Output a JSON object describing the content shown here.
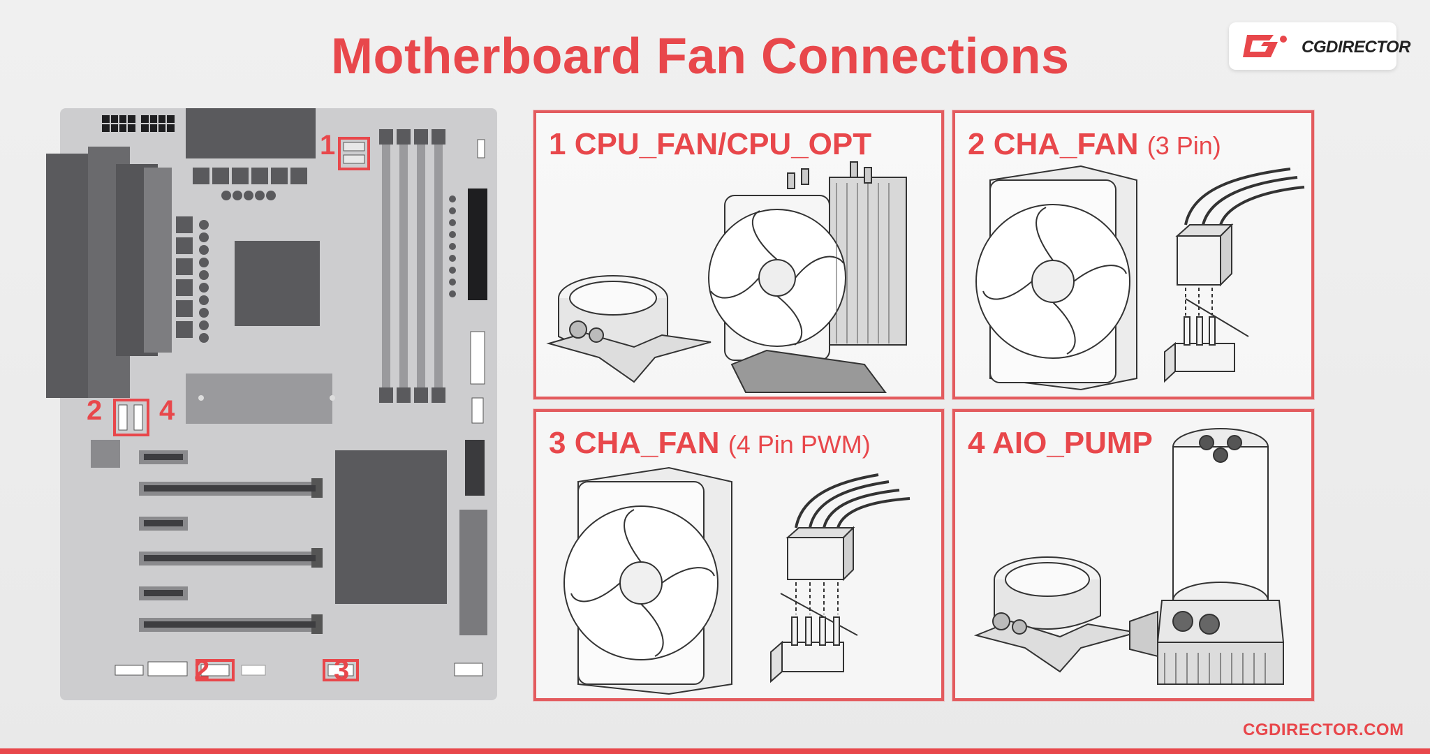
{
  "title": "Motherboard Fan Connections",
  "logo_text": "CGDIRECTOR",
  "site": "CGDIRECTOR.COM",
  "accent_color": "#e8474b",
  "board_labels": {
    "cpu_header": "1",
    "cha_left": "2",
    "pump_left": "4",
    "cha_bottom": "2",
    "cha_pwm_bottom": "3"
  },
  "panels": [
    {
      "num": "1",
      "name": "CPU_FAN/CPU_OPT",
      "sub": ""
    },
    {
      "num": "2",
      "name": "CHA_FAN",
      "sub": "(3 Pin)"
    },
    {
      "num": "3",
      "name": "CHA_FAN",
      "sub": "(4 Pin PWM)"
    },
    {
      "num": "4",
      "name": "AIO_PUMP",
      "sub": ""
    }
  ],
  "icons": [
    "cgdirector-logo-icon",
    "case-fan-icon",
    "tower-cooler-icon",
    "aio-pump-block-icon",
    "fan-connector-3pin-icon",
    "fan-connector-4pin-icon",
    "reservoir-pump-icon"
  ]
}
